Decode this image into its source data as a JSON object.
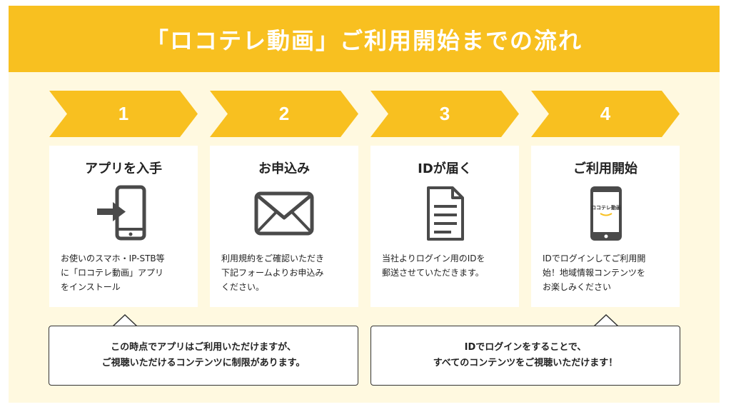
{
  "banner": {
    "title": "「ロコテレ動画」ご利用開始までの流れ"
  },
  "steps": [
    {
      "number": "1",
      "title": "アプリを入手",
      "icon": "phone-enter-icon",
      "description": "お使いのスマホ・IP-STB等\nに「ロコテレ動画」アプリ\nをインストール"
    },
    {
      "number": "2",
      "title": "お申込み",
      "icon": "envelope-icon",
      "description": "利用規約をご確認いただき\n下記フォームよりお申込み\nください。"
    },
    {
      "number": "3",
      "title": "IDが届く",
      "icon": "document-icon",
      "description": "当社よりログイン用のIDを\n郵送させていただきます。"
    },
    {
      "number": "4",
      "title": "ご利用開始",
      "icon": "phone-app-icon",
      "phone_screen_label": "ロコテレ動画",
      "description": "IDでログインしてご利用開\n始！地域情報コンテンツを\nお楽しみください"
    }
  ],
  "notes": [
    {
      "text": "この時点でアプリはご利用いただけますが、\nご視聴いただけるコンテンツに制限があります。"
    },
    {
      "text": "IDでログインをすることで、\nすべてのコンテンツをご視聴いただけます！"
    }
  ],
  "colors": {
    "accent": "#f8c020",
    "background": "#fff9e0",
    "icon": "#4a4a4a"
  }
}
